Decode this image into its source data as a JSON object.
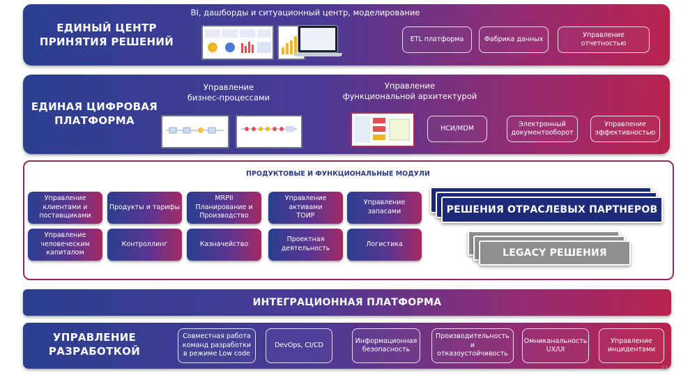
{
  "decision_center": {
    "title": "ЕДИНЫЙ ЦЕНТР\nПРИНЯТИЯ РЕШЕНИЙ",
    "subtitle": "BI, дашборды и ситуационный центр, моделирование",
    "chips": [
      "ETL платформа",
      "Фабрика данных",
      "Управление отчетностью"
    ]
  },
  "digital_platform": {
    "title": "ЕДИНАЯ ЦИФРОВАЯ\nПЛАТФОРМА",
    "bp_label": "Управление\nбизнес-процессами",
    "arch_label": "Управление\nфункциональной архитектурой",
    "chips": [
      "НСИ/MDM",
      "Электронный\nдокументооборот",
      "Управление\nэффективностью"
    ]
  },
  "modules": {
    "title": "ПРОДУКТОВЫЕ И ФУНКЦИОНАЛЬНЫЕ МОДУЛИ",
    "items": [
      "Управление\nклиентами и\nпоставщиками",
      "Продукты и тарифы",
      "MRPII\nПланирование  и\nПроизводство",
      "Управление\nактивами\nТОИР",
      "Управление\nзапасами",
      "Управление\nчеловеческим\nкапиталом",
      "Контроллинг",
      "Казначейство",
      "Проектная\nдеятельность",
      "Логистика"
    ],
    "partners": "РЕШЕНИЯ ОТРАСЛЕВЫХ ПАРТНЕРОВ",
    "legacy": "LEGACY РЕШЕНИЯ"
  },
  "integration": {
    "title": "ИНТЕГРАЦИОННАЯ ПЛАТФОРМА"
  },
  "development": {
    "title": "УПРАВЛЕНИЕ\nРАЗРАБОТКОЙ",
    "chips": [
      "Совместная работа\nкоманд разработки\nв режиме Low code",
      "DevOps, CI/CD",
      "Информационная\nбезопасность",
      "Производительность и\nотказоустойчивость",
      "Омниканальность\nUX/UI",
      "Управление\nинцидентами"
    ]
  },
  "page_number": "23"
}
